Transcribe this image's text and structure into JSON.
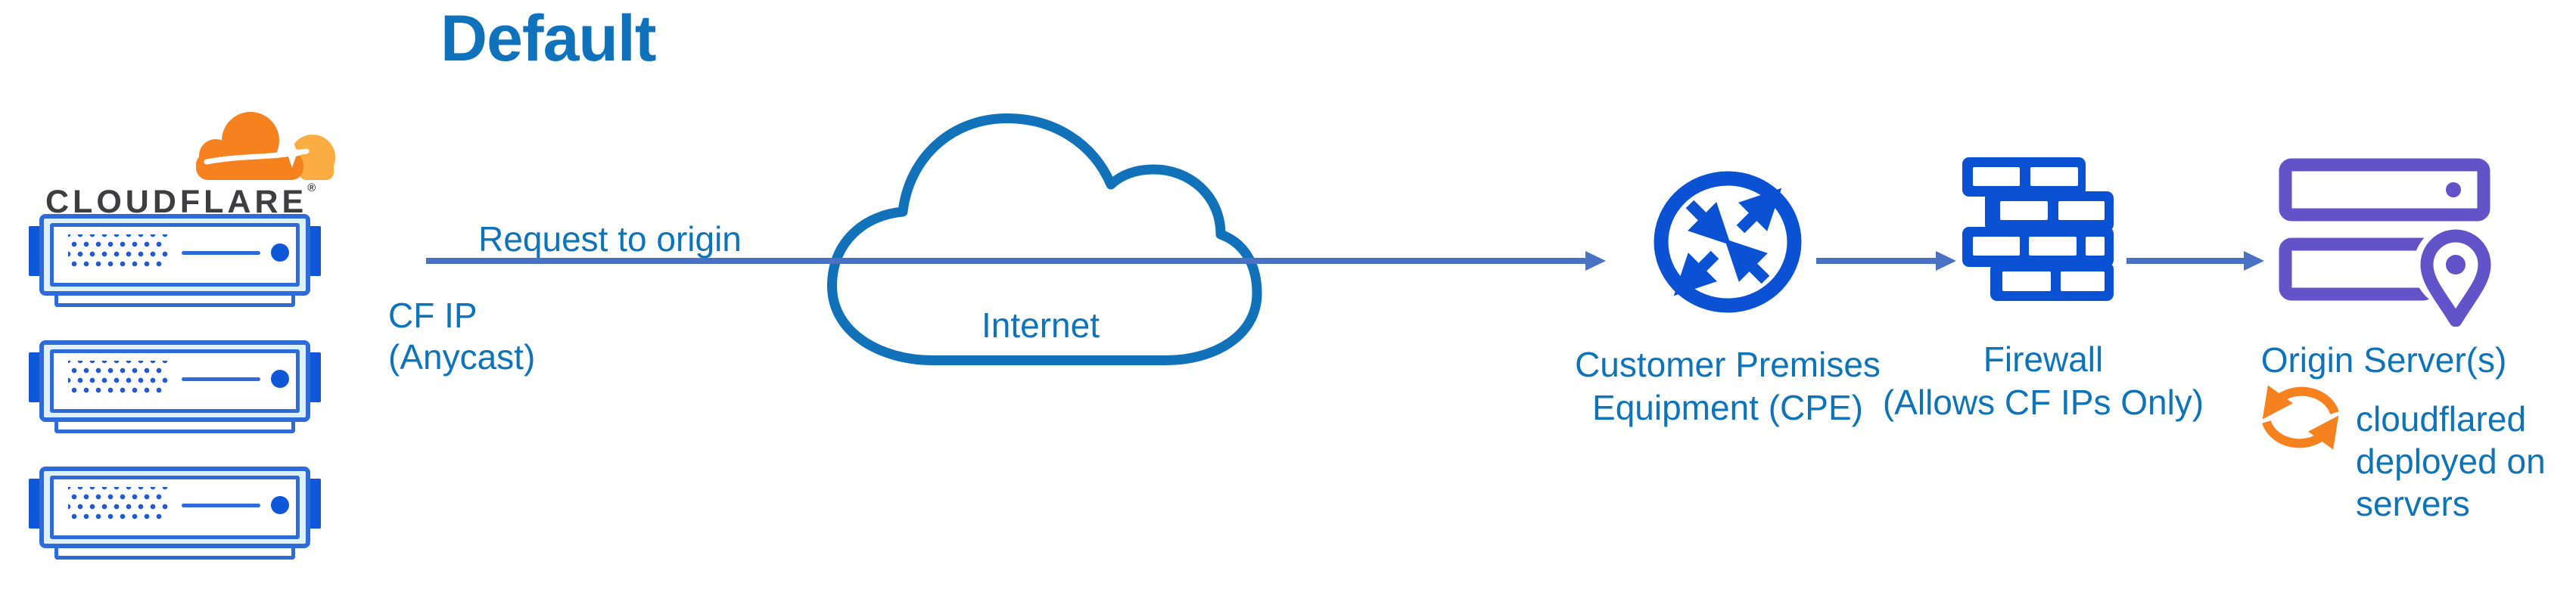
{
  "diagram_title": "Default",
  "brand": {
    "wordmark": "CLOUDFLARE",
    "registered_mark": "®"
  },
  "edge": {
    "request_arrow_label": "Request to origin",
    "cf_ip_label_line1": "CF IP",
    "cf_ip_label_line2": "(Anycast)"
  },
  "internet": {
    "label": "Internet"
  },
  "cpe": {
    "label_line1": "Customer Premises",
    "label_line2": "Equipment (CPE)"
  },
  "firewall": {
    "label_line1": "Firewall",
    "label_line2": "(Allows CF IPs Only)"
  },
  "origin": {
    "label": "Origin Server(s)",
    "note_line1": "cloudflared",
    "note_line2": "deployed on",
    "note_line3": "servers"
  },
  "colors": {
    "title_blue": "#0f72ba",
    "label_blue": "#0e74ba",
    "arrow_indigo": "#4a72c4",
    "internet_cloud_blue": "#1172ba",
    "icon_blue": "#0b51d3",
    "origin_purple": "#6352c8",
    "cloudflare_orange": "#f6821f",
    "cloudflare_orange_light": "#fbad41",
    "rack_border_blue": "#2e6bd9",
    "rack_fill": "#def1f8",
    "rack_accent_blue": "#0d57d8",
    "wordmark_dark": "#3e3e40"
  }
}
